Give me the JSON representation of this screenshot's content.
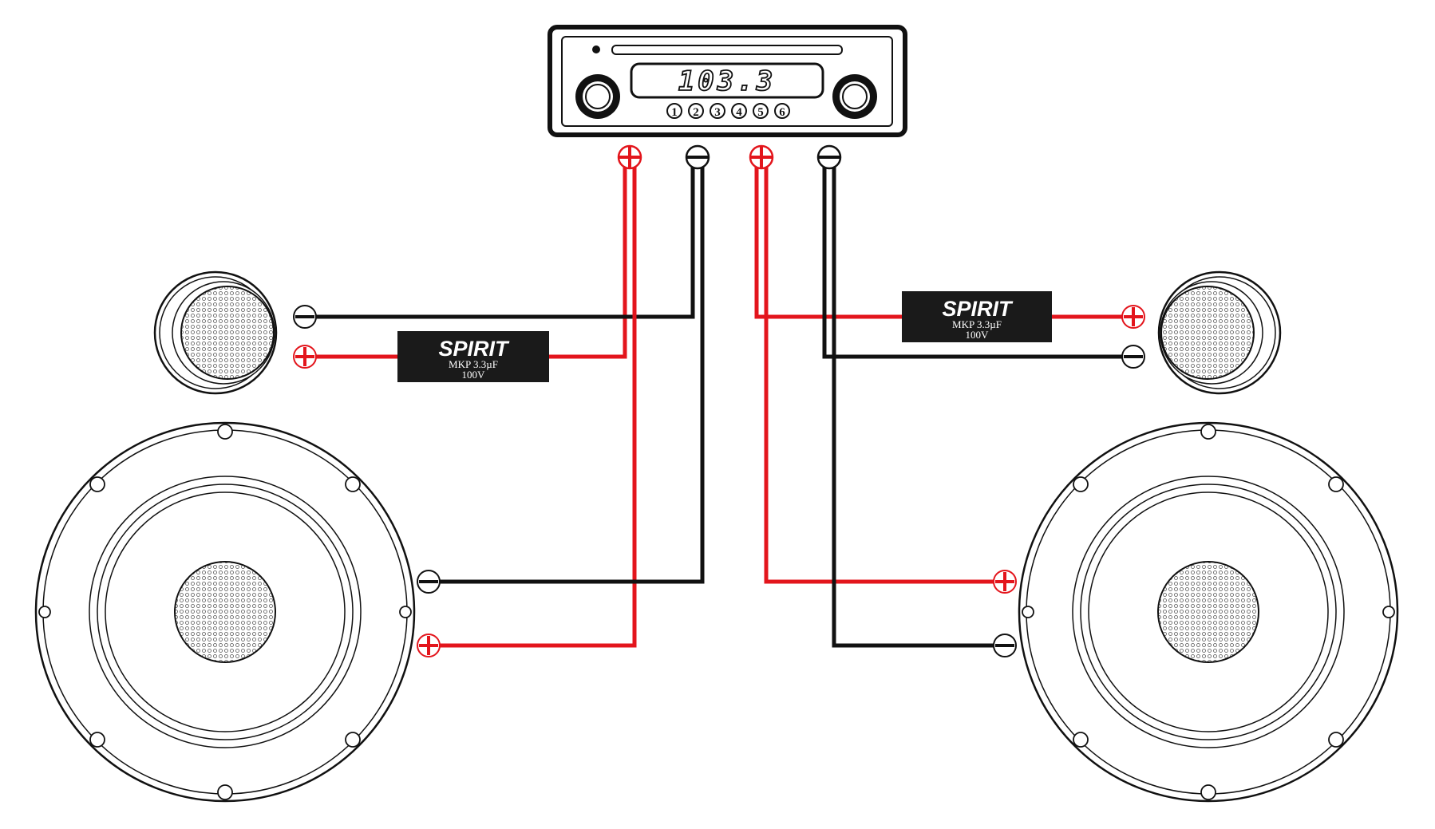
{
  "head_unit": {
    "frequency": "103.3",
    "presets": [
      "1",
      "2",
      "3",
      "4",
      "5",
      "6"
    ]
  },
  "terminals": {
    "plus": "+",
    "minus": "−"
  },
  "capacitor_left": {
    "brand": "SPIRIT",
    "spec": "MKP 3.3µF",
    "voltage": "100V"
  },
  "capacitor_right": {
    "brand": "SPIRIT",
    "spec": "MKP 3.3µF",
    "voltage": "100V"
  },
  "colors": {
    "positive_wire": "#e3151c",
    "negative_wire": "#111111",
    "capacitor_body": "#1a1a1a",
    "line": "#1a1a1a"
  },
  "icons": {
    "positive": "plus-circle-icon",
    "negative": "minus-circle-icon",
    "speaker": "speaker-icon",
    "tweeter": "tweeter-icon",
    "head_unit": "car-radio-icon"
  }
}
